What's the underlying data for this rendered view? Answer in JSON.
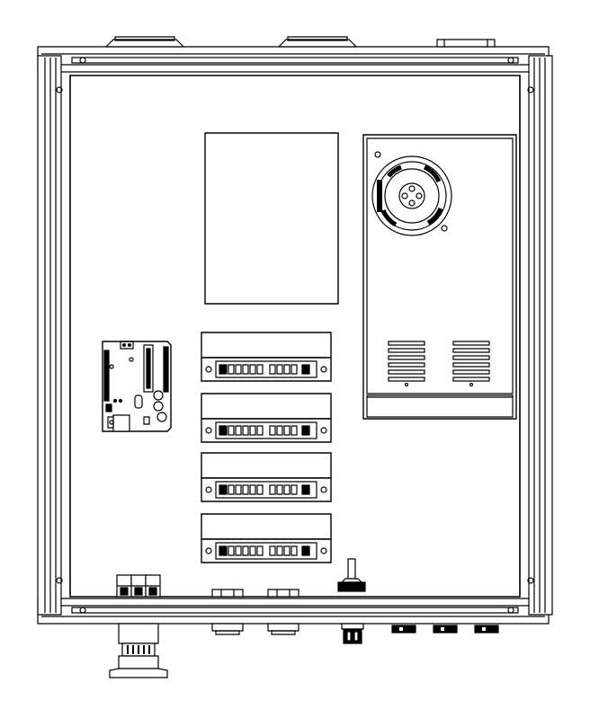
{
  "drawing": {
    "stroke_color": "#000000",
    "fill_color": "#ffffff",
    "dark_fill": "#000000",
    "components": {
      "enclosure": "electrical-enclosure",
      "controller_board": "microcontroller-board",
      "power_supply": "power-supply-with-fan",
      "drivers": [
        "stepper-driver-1",
        "stepper-driver-2",
        "stepper-driver-3",
        "stepper-driver-4"
      ],
      "blank_panel": "blank-module-panel",
      "top_connectors": [
        "aviation-connector-left",
        "aviation-connector-center",
        "db-connector-right"
      ],
      "bottom_connectors": [
        "emergency-stop-button",
        "round-connector-1",
        "round-connector-2",
        "gland-connector",
        "terminal-plug-1",
        "terminal-plug-2",
        "terminal-plug-3"
      ],
      "terminal_blocks": "din-terminal-blocks",
      "cable_gland": "cable-gland"
    }
  }
}
